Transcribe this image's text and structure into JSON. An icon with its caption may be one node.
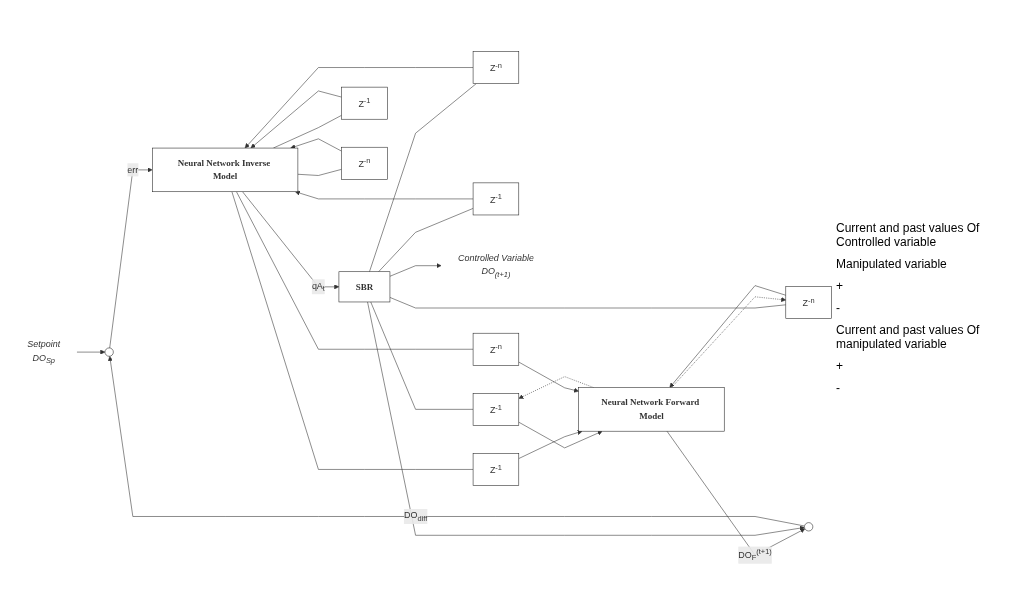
{
  "diagram": {
    "nodes": [
      {
        "text": [
          "Setpoint",
          "DO$_{Sp}$"
        ]
      },
      {
        "text": [],
        "shape": "circle"
      },
      {
        "text": [
          "Z$^{-n}$"
        ]
      },
      {
        "text": [
          "Z$^{-1}$"
        ]
      },
      {
        "text": [
          "Neural Network Inverse Model"
        ]
      },
      {
        "text": [
          "SBR"
        ]
      },
      {
        "text": [
          "Controlled Variable",
          "DO$_{(t+1)}$"
        ]
      },
      {
        "text": [
          "Z$^{-1}$"
        ]
      },
      {
        "text": [
          "Z$^{-n}$"
        ]
      },
      {
        "text": [
          "Z$^{-1}$"
        ]
      },
      {
        "text": [
          "Z$^{-n}$"
        ]
      },
      {
        "text": [
          "Z$^{-1}$"
        ]
      },
      {
        "text": [
          "Neural Network Forward Model"
        ]
      },
      {
        "text": [
          "Z$^{-n}$"
        ]
      },
      {
        "text": [],
        "shape": "circle"
      }
    ],
    "edges": [
      {
        "from": 0,
        "to": 1,
        "arrow": "to"
      },
      {
        "from": 1,
        "to": 4,
        "arrow": "to",
        "label": "err"
      },
      {
        "from": 2,
        "to": 4,
        "arrow": "to"
      },
      {
        "from": 3,
        "to": 4,
        "arrow": "to"
      },
      {
        "from": 8,
        "to": 4,
        "arrow": "to"
      },
      {
        "from": 7,
        "to": 4,
        "arrow": "to"
      },
      {
        "from": 4,
        "to": 5,
        "arrow": "to",
        "label": "qA$_{t}$"
      },
      {
        "from": 5,
        "to": 6,
        "arrow": "to"
      },
      {
        "from": 5,
        "to": 2,
        "arrow": "none"
      },
      {
        "from": 5,
        "to": 3,
        "arrow": "none"
      },
      {
        "from": 5,
        "to": 9,
        "arrow": "none"
      },
      {
        "from": 5,
        "to": 10,
        "arrow": "none"
      },
      {
        "from": 4,
        "to": 7,
        "arrow": "none"
      },
      {
        "from": 4,
        "to": 8,
        "arrow": "none"
      },
      {
        "from": 4,
        "to": 11,
        "arrow": "none"
      },
      {
        "from": 4,
        "to": 13,
        "arrow": "none"
      },
      {
        "from": 9,
        "to": 12,
        "arrow": "to"
      },
      {
        "from": 10,
        "to": 12,
        "arrow": "to"
      },
      {
        "from": 11,
        "to": 12,
        "arrow": "to"
      },
      {
        "from": 13,
        "to": 12,
        "arrow": "to"
      },
      {
        "from": 12,
        "to": 14,
        "arrow": "to",
        "label": "DO$_{F}$$^{(t+1)}$"
      },
      {
        "from": 12,
        "to": 9,
        "arrow": "to",
        "style": "dashed"
      },
      {
        "from": 12,
        "to": 10,
        "arrow": "to",
        "style": "dashed"
      },
      {
        "from": 5,
        "to": 14,
        "arrow": "to"
      },
      {
        "from": 14,
        "to": 1,
        "arrow": "to",
        "label": "DO$_{diff}$"
      }
    ],
    "labels": [
      "Current and past values Of Controlled variable",
      "Manipulated variable",
      "+",
      "-",
      "Current and past values Of manipulated variable",
      "+",
      "-"
    ]
  }
}
